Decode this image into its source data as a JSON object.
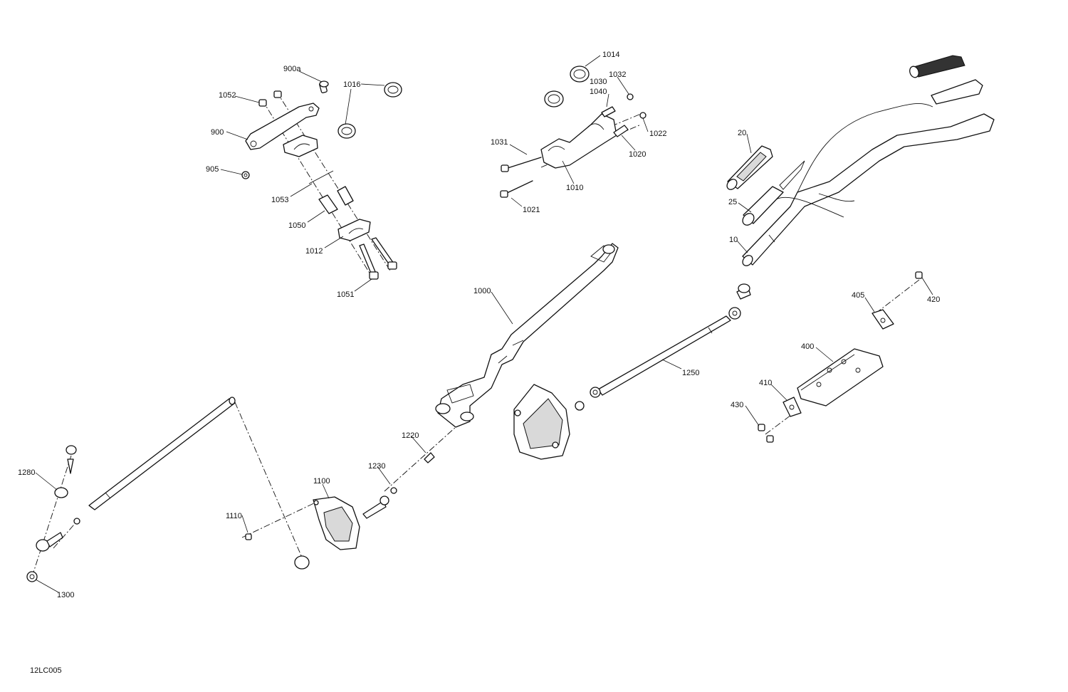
{
  "callouts": [
    {
      "id": "p900a",
      "number": "900a"
    },
    {
      "id": "p1016",
      "number": "1016"
    },
    {
      "id": "p1052",
      "number": "1052"
    },
    {
      "id": "p900",
      "number": "900"
    },
    {
      "id": "p905",
      "number": "905"
    },
    {
      "id": "p1053",
      "number": "1053"
    },
    {
      "id": "p1050",
      "number": "1050"
    },
    {
      "id": "p1012",
      "number": "1012"
    },
    {
      "id": "p1051",
      "number": "1051"
    },
    {
      "id": "p1014",
      "number": "1014"
    },
    {
      "id": "p1032",
      "number": "1032"
    },
    {
      "id": "p1030",
      "number": "1030"
    },
    {
      "id": "p1040",
      "number": "1040"
    },
    {
      "id": "p1022",
      "number": "1022"
    },
    {
      "id": "p1031",
      "number": "1031"
    },
    {
      "id": "p1020",
      "number": "1020"
    },
    {
      "id": "p1010",
      "number": "1010"
    },
    {
      "id": "p1021",
      "number": "1021"
    },
    {
      "id": "p20",
      "number": "20"
    },
    {
      "id": "p25",
      "number": "25"
    },
    {
      "id": "p10",
      "number": "10"
    },
    {
      "id": "p1000",
      "number": "1000"
    },
    {
      "id": "p405",
      "number": "405"
    },
    {
      "id": "p420",
      "number": "420"
    },
    {
      "id": "p400",
      "number": "400"
    },
    {
      "id": "p1250",
      "number": "1250"
    },
    {
      "id": "p410",
      "number": "410"
    },
    {
      "id": "p430",
      "number": "430"
    },
    {
      "id": "p1220",
      "number": "1220"
    },
    {
      "id": "p1230",
      "number": "1230"
    },
    {
      "id": "p1280",
      "number": "1280"
    },
    {
      "id": "p1100",
      "number": "1100"
    },
    {
      "id": "p1110",
      "number": "1110"
    },
    {
      "id": "p1300",
      "number": "1300"
    }
  ],
  "drawing_number": "12LC005"
}
